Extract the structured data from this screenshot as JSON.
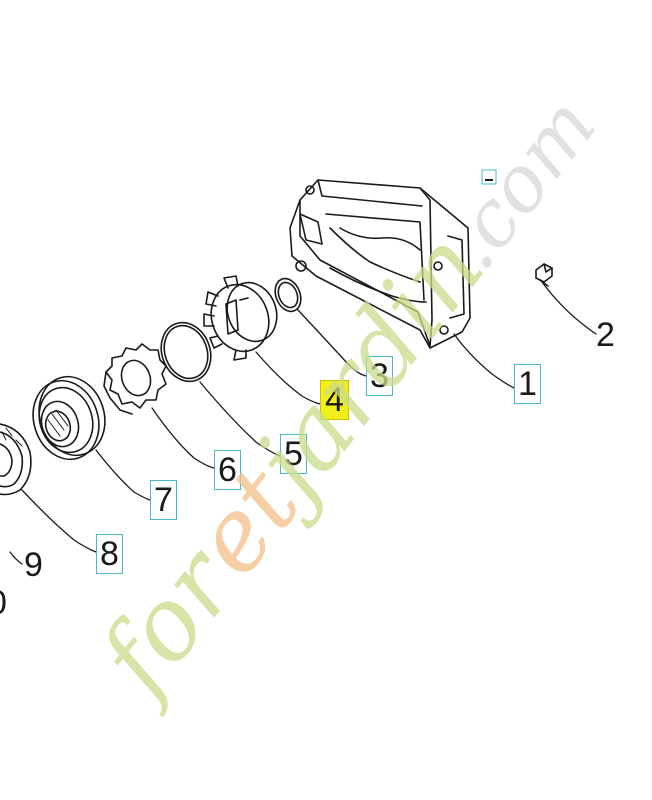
{
  "diagram": {
    "watermark_text": "foretjardin.com",
    "callouts": [
      {
        "id": "1",
        "label": "1",
        "boxed": true,
        "highlighted": false
      },
      {
        "id": "2",
        "label": "2",
        "boxed": false,
        "highlighted": false
      },
      {
        "id": "3",
        "label": "3",
        "boxed": true,
        "highlighted": false
      },
      {
        "id": "4",
        "label": "4",
        "boxed": false,
        "highlighted": true
      },
      {
        "id": "5",
        "label": "5",
        "boxed": true,
        "highlighted": false
      },
      {
        "id": "6",
        "label": "6",
        "boxed": true,
        "highlighted": false
      },
      {
        "id": "7",
        "label": "7",
        "boxed": true,
        "highlighted": false
      },
      {
        "id": "8",
        "label": "8",
        "boxed": true,
        "highlighted": false
      },
      {
        "id": "9",
        "label": "9",
        "boxed": false,
        "highlighted": false
      },
      {
        "id": "10",
        "label": "0",
        "boxed": false,
        "highlighted": false
      }
    ],
    "colors": {
      "line": "#1a1a1a",
      "box_border": "#49b8c8",
      "highlight": "#f2ee1a",
      "watermark_green": "#c9dc8a",
      "watermark_orange": "#f3c08a"
    }
  }
}
